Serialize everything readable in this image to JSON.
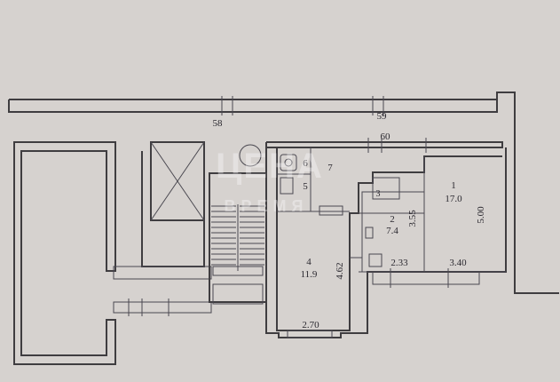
{
  "plan": {
    "corridor_labels": [
      "58",
      "59",
      "60"
    ],
    "rooms": [
      {
        "id": "1",
        "area": "17.0"
      },
      {
        "id": "2",
        "area": "7.4"
      },
      {
        "id": "3",
        "area": ""
      },
      {
        "id": "4",
        "area": "11.9"
      },
      {
        "id": "5",
        "area": ""
      },
      {
        "id": "6",
        "area": ""
      },
      {
        "id": "7",
        "area": ""
      }
    ],
    "dimensions": [
      "5.00",
      "3.55",
      "4.62",
      "2.33",
      "3.40",
      "2.70"
    ],
    "watermark": {
      "line1": "ЦЕНА",
      "line2": "ВРЕМЯ"
    },
    "colors": {
      "paper": "#d6d2cf",
      "ink": "#3f3d40"
    }
  }
}
